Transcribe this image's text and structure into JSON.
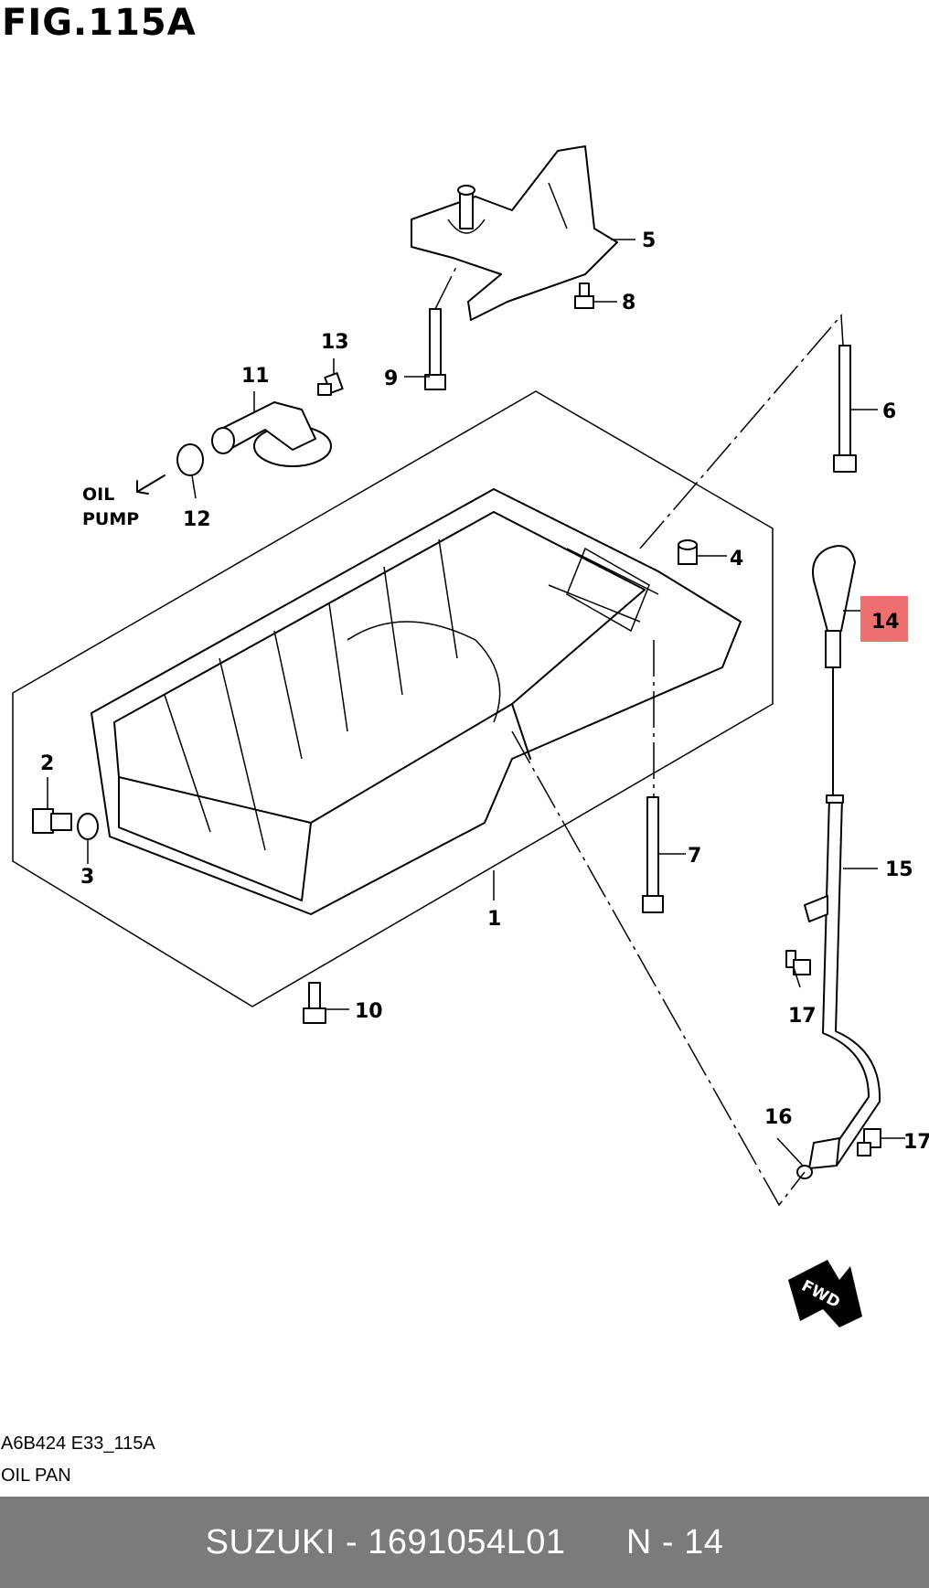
{
  "figure": {
    "title": "FIG.115A",
    "diagram_code": "A6B424 E33_115A",
    "part_name": "OIL PAN"
  },
  "oil_pump_label": [
    "OIL",
    "PUMP"
  ],
  "callouts": [
    "1",
    "2",
    "3",
    "4",
    "5",
    "6",
    "7",
    "8",
    "9",
    "10",
    "11",
    "12",
    "13",
    "14",
    "15",
    "16",
    "17",
    "17"
  ],
  "highlighted_callout": "14",
  "fwd_label": "FWD",
  "colors": {
    "highlight": "#ee6f6f",
    "footer_bg": "#7b7b7b",
    "footer_text": "#ffffff"
  },
  "footer": {
    "text": "SUZUKI - 1691054L01      N - 14"
  }
}
